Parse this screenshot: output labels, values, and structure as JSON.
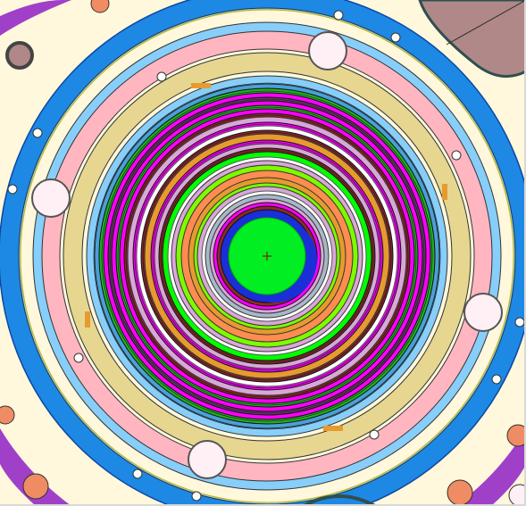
{
  "diagram": {
    "kind": "concentric-cross-section",
    "center_marker": "crosshair",
    "colors": {
      "background": "#fff8dc",
      "outer_blue": "#1e88e5",
      "light_blue": "#87cefa",
      "pink": "#ffb6c1",
      "khaki": "#e6d690",
      "orange": "#e69b2e",
      "magenta": "#ff00ff",
      "green": "#00ff00",
      "lime": "#7cfc00",
      "plum": "#d8a8d8",
      "maroon": "#8b2a2a",
      "coral": "#ff8c50",
      "grey_blue": "#a8b8c8",
      "core_blue": "#1a2fd8",
      "core_green": "#00ee22",
      "purple": "#a040c8",
      "rose_brown": "#b08888",
      "salmon": "#f08c64",
      "hole_fill": "#fff0f5"
    },
    "rings": [
      {
        "name": "outer-blue",
        "color": "#1e88e5"
      },
      {
        "name": "light-blue",
        "color": "#87cefa"
      },
      {
        "name": "pale",
        "color": "#fff8dc"
      },
      {
        "name": "pink",
        "color": "#ffb6c1"
      },
      {
        "name": "pale-inner",
        "color": "#fff8dc"
      },
      {
        "name": "khaki",
        "color": "#e6d690"
      },
      {
        "name": "light-blue-2",
        "color": "#87cefa"
      },
      {
        "name": "magenta",
        "color": "#ff00ff"
      },
      {
        "name": "green",
        "color": "#22b022"
      },
      {
        "name": "plum",
        "color": "#d8a8d8"
      },
      {
        "name": "maroon",
        "color": "#8b2a2a"
      },
      {
        "name": "white",
        "color": "#ffffff"
      },
      {
        "name": "orange",
        "color": "#e69b2e"
      },
      {
        "name": "lime",
        "color": "#00ff00"
      },
      {
        "name": "coral",
        "color": "#ff8c50"
      },
      {
        "name": "yellow-green",
        "color": "#7cfc00"
      },
      {
        "name": "grey-blue",
        "color": "#a8b8c8"
      },
      {
        "name": "core-blue",
        "color": "#1a2fd8"
      },
      {
        "name": "core-green",
        "color": "#00ee22"
      }
    ]
  }
}
